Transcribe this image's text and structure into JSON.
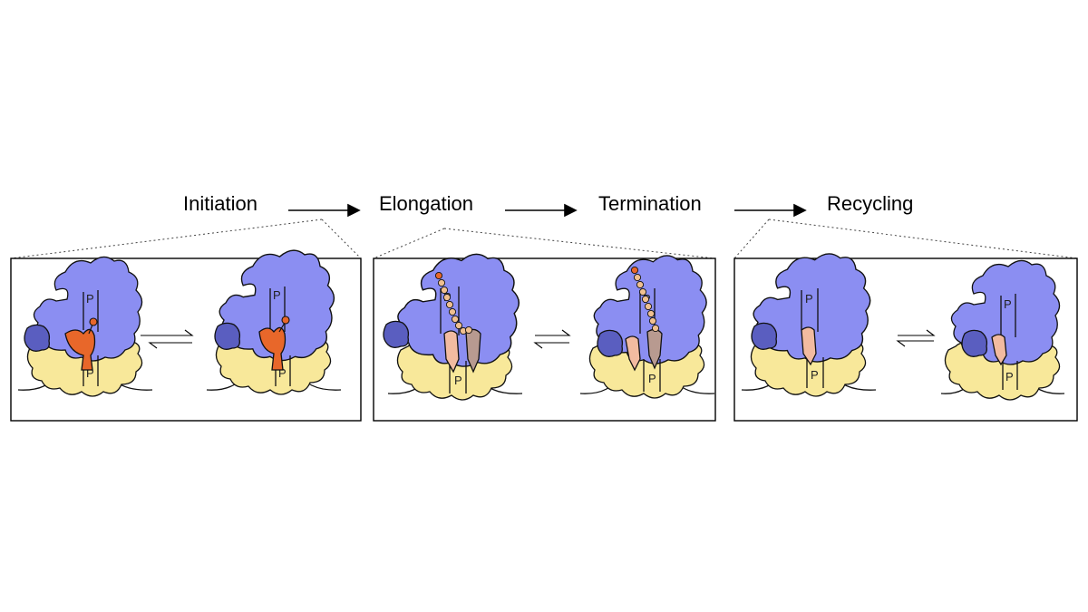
{
  "stages": [
    {
      "label": "Initiation"
    },
    {
      "label": "Elongation"
    },
    {
      "label": "Termination"
    },
    {
      "label": "Recycling"
    }
  ],
  "site_label": "P",
  "colors": {
    "large_subunit": "#8b8ef2",
    "small_subunit": "#f8e89a",
    "factor": "#5a5ec0",
    "initiator_trna": "#e8672a",
    "p_site_trna": "#f2bba0",
    "a_site_trna": "#b89a90",
    "chain_bead": "#f0c090",
    "outline": "#111111"
  }
}
